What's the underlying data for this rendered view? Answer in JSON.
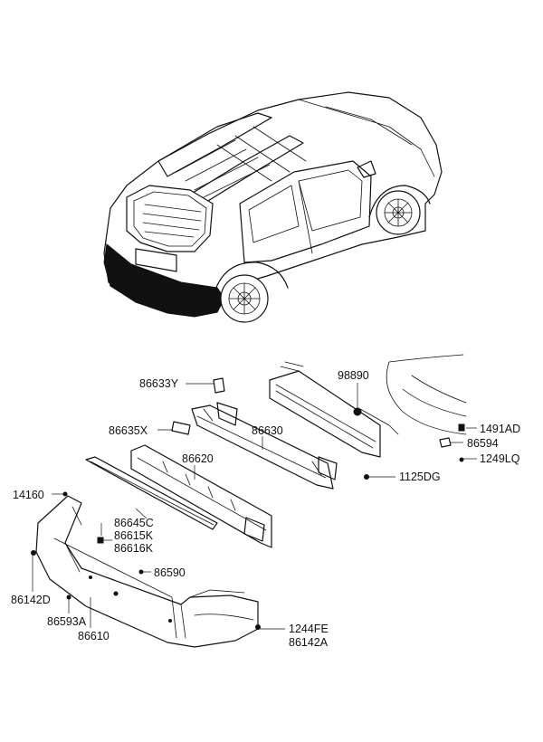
{
  "diagram": {
    "parts": [
      {
        "id": "p86633Y",
        "code": "86633Y"
      },
      {
        "id": "p98890",
        "code": "98890"
      },
      {
        "id": "p86635X",
        "code": "86635X"
      },
      {
        "id": "p86630",
        "code": "86630"
      },
      {
        "id": "p1491AD",
        "code": "1491AD"
      },
      {
        "id": "p86594",
        "code": "86594"
      },
      {
        "id": "p1249LQ",
        "code": "1249LQ"
      },
      {
        "id": "p86620",
        "code": "86620"
      },
      {
        "id": "p1125DG",
        "code": "1125DG"
      },
      {
        "id": "p14160",
        "code": "14160"
      },
      {
        "id": "p86645C",
        "code": "86645C"
      },
      {
        "id": "p86615K",
        "code": "86615K"
      },
      {
        "id": "p86616K",
        "code": "86616K"
      },
      {
        "id": "p86590",
        "code": "86590"
      },
      {
        "id": "p86142D",
        "code": "86142D"
      },
      {
        "id": "p86593A",
        "code": "86593A"
      },
      {
        "id": "p86610",
        "code": "86610"
      },
      {
        "id": "p1244FE",
        "code": "1244FE"
      },
      {
        "id": "p86142A",
        "code": "86142A"
      }
    ]
  }
}
